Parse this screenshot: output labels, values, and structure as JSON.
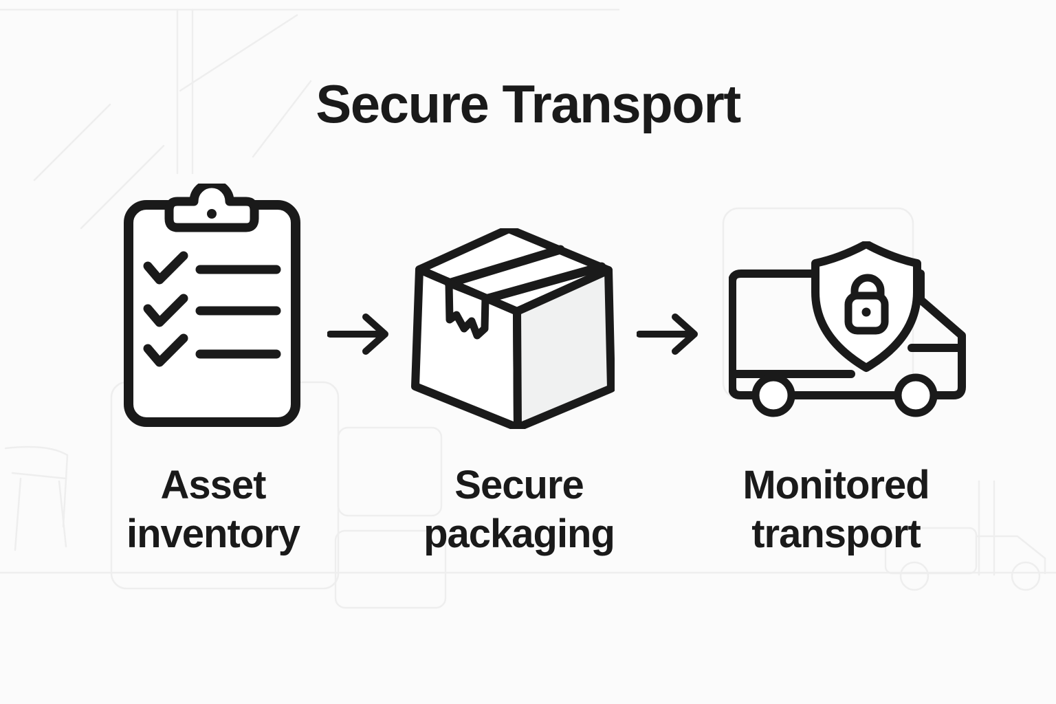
{
  "title": "Secure Transport",
  "colors": {
    "background": "#fbfbfb",
    "ink": "#1a1a1a",
    "box_side_fill": "#f0f1f1",
    "watermark": "#eeeeee"
  },
  "steps": [
    {
      "id": "asset-inventory",
      "icon": "clipboard-checklist-icon",
      "label_line1": "Asset",
      "label_line2": "inventory"
    },
    {
      "id": "secure-packaging",
      "icon": "package-box-icon",
      "label_line1": "Secure",
      "label_line2": "packaging"
    },
    {
      "id": "monitored-transport",
      "icon": "shield-truck-icon",
      "label_line1": "Monitored",
      "label_line2": "transport"
    }
  ],
  "arrows": [
    {
      "icon": "arrow-right-icon"
    },
    {
      "icon": "arrow-right-icon"
    }
  ]
}
